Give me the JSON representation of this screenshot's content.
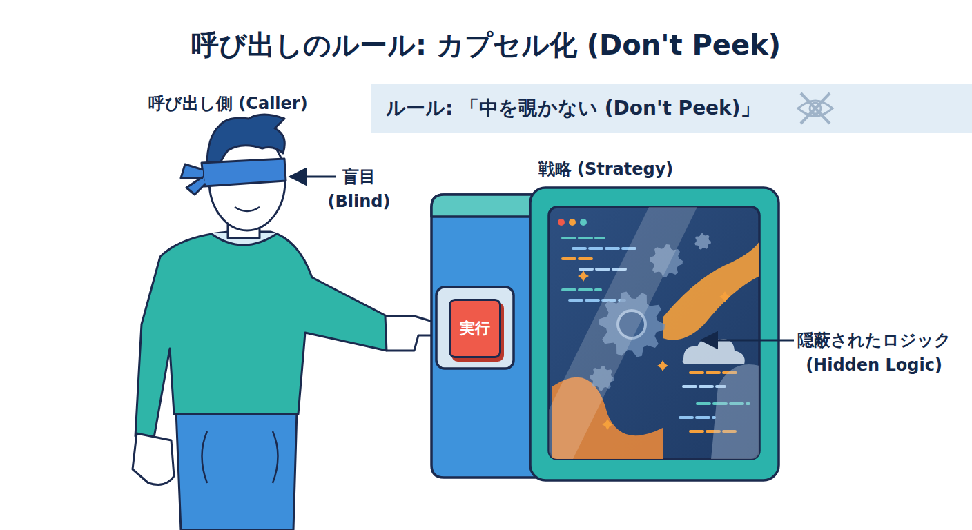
{
  "diagram": {
    "title": "呼び出しのルール: カプセル化 (Don't Peek)",
    "nodes": [
      {
        "text": [
          "ルール: 「中を覗かない (Don't Peek)」"
        ]
      },
      {
        "text": [
          "戦略 (Strategy)"
        ]
      },
      {
        "text": [
          "実行"
        ],
        "in": 1
      }
    ],
    "labels": [
      "呼び出し側 (Caller)",
      "盲目 (Blind)",
      "隠蔽されたロジック (Hidden Logic)"
    ]
  }
}
